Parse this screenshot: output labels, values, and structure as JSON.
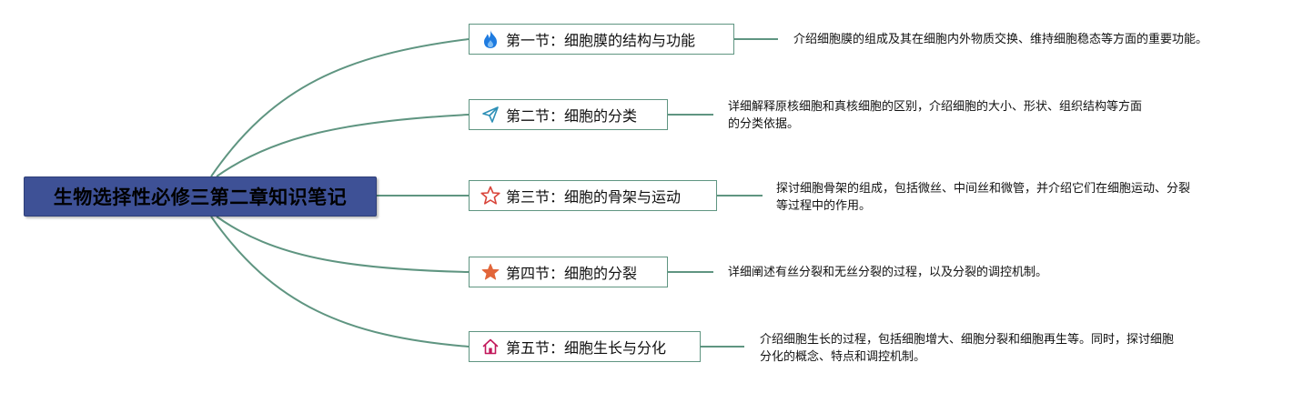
{
  "root": {
    "title": "生物选择性必修三第二章知识笔记"
  },
  "sections": [
    {
      "icon": "flame-icon",
      "title": "第一节：细胞膜的结构与功能",
      "desc_lines": [
        "介绍细胞膜的组成及其在细胞内外物质交换、维持细胞稳态等方面的重要功能。"
      ]
    },
    {
      "icon": "paper-plane-icon",
      "title": "第二节：细胞的分类",
      "desc_lines": [
        "详细解释原核细胞和真核细胞的区别，介绍细胞的大小、形状、组织结构等方面",
        "的分类依据。"
      ]
    },
    {
      "icon": "star-outline-icon",
      "title": "第三节：细胞的骨架与运动",
      "desc_lines": [
        "探讨细胞骨架的组成，包括微丝、中间丝和微管，并介绍它们在细胞运动、分裂",
        "等过程中的作用。"
      ]
    },
    {
      "icon": "star-filled-icon",
      "title": "第四节：细胞的分裂",
      "desc_lines": [
        "详细阐述有丝分裂和无丝分裂的过程，以及分裂的调控机制。"
      ]
    },
    {
      "icon": "home-icon",
      "title": "第五节：细胞生长与分化",
      "desc_lines": [
        "介绍细胞生长的过程，包括细胞增大、细胞分裂和细胞再生等。同时，探讨细胞",
        "分化的概念、特点和调控机制。"
      ]
    }
  ],
  "colors": {
    "root_bg": "#3e5196",
    "connector": "#5f9581",
    "flame": "#1e7be0",
    "plane": "#2d8fb6",
    "star_outline": "#d9453b",
    "star_filled": "#e2663a",
    "home": "#c2185b"
  }
}
